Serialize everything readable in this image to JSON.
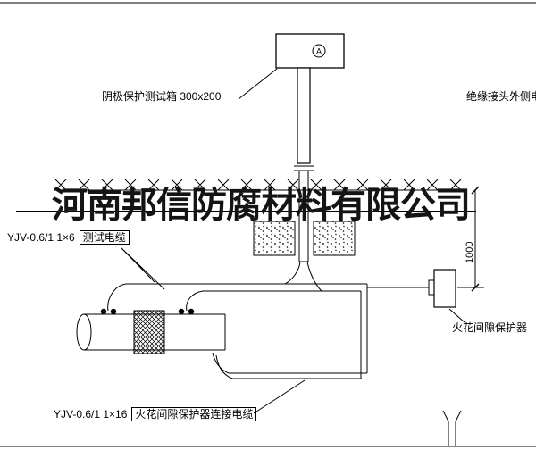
{
  "watermark": "河南邦信防腐材料有限公司",
  "labels": {
    "test_box": "阴极保护测试箱 300x200",
    "outer_cable": "绝缘接头外侧电缆",
    "test_cable_spec": "YJV-0.6/1 1×6",
    "test_cable_name": "测试电缆",
    "connection_cable_spec": "YJV-0.6/1 1×16",
    "connection_cable_name": "火花间隙保护器连接电缆",
    "spark_gap": "火花间隙保护器",
    "ammeter": "A",
    "dimension_1000": "1000"
  }
}
